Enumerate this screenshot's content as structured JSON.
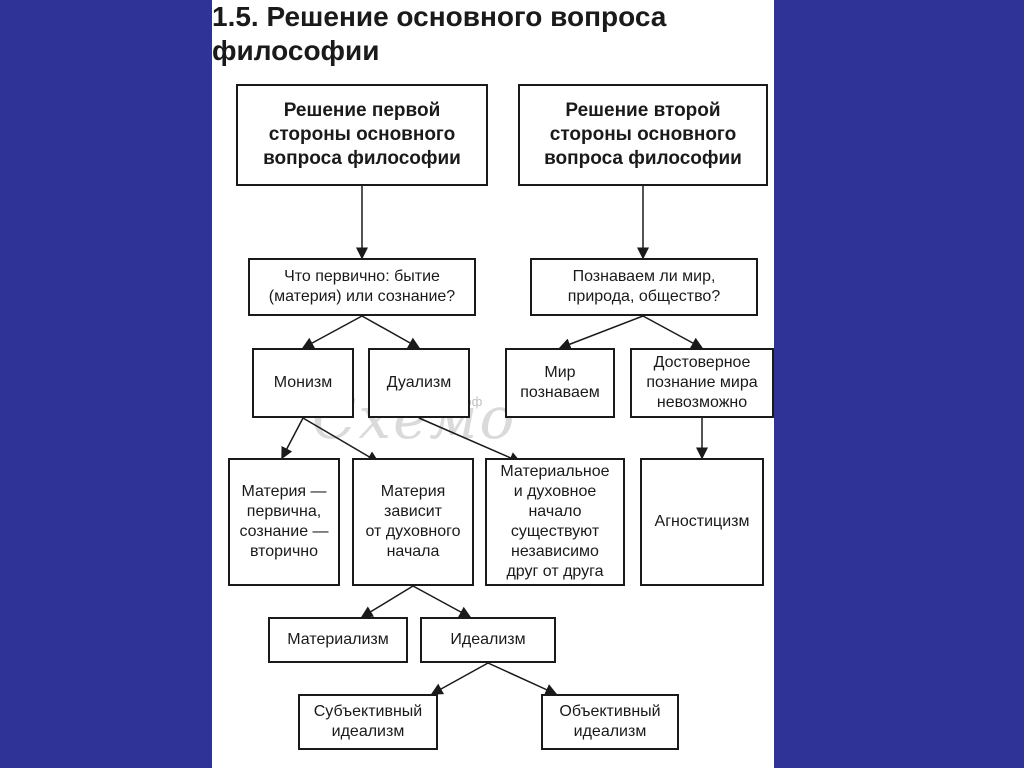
{
  "title": "1.5. Решение основного вопроса\nфилософии",
  "watermark": {
    "script": "Схемо",
    "url": "http://схемо.рф"
  },
  "nodes": [
    {
      "id": "first-side",
      "text": "Решение первой\nстороны основного\nвопроса философии"
    },
    {
      "id": "second-side",
      "text": "Решение второй\nстороны основного\nвопроса философии"
    },
    {
      "id": "q-primary",
      "text": "Что первично: бытие\n(материя) или сознание?"
    },
    {
      "id": "q-knowable",
      "text": "Познаваем ли мир,\nприрода, общество?"
    },
    {
      "id": "monism",
      "text": "Монизм"
    },
    {
      "id": "dualism",
      "text": "Дуализм"
    },
    {
      "id": "world-knowable",
      "text": "Мир\nпознаваем"
    },
    {
      "id": "impossible",
      "text": "Достоверное\nпознание мира\nневозможно"
    },
    {
      "id": "matter-primary",
      "text": "Материя —\nпервична,\nсознание —\nвторично"
    },
    {
      "id": "matter-depends",
      "text": "Материя\nзависит\nот духовного\nначала"
    },
    {
      "id": "independent",
      "text": "Материальное\nи духовное\nначало\nсуществуют\nнезависимо\nдруг от друга"
    },
    {
      "id": "agnosticism",
      "text": "Агностицизм"
    },
    {
      "id": "materialism",
      "text": "Материализм"
    },
    {
      "id": "idealism",
      "text": "Идеализм"
    },
    {
      "id": "subjective",
      "text": "Субъективный\nидеализм"
    },
    {
      "id": "objective",
      "text": "Объективный\nидеализм"
    }
  ],
  "edges": [
    [
      "first-side",
      "q-primary"
    ],
    [
      "second-side",
      "q-knowable"
    ],
    [
      "q-primary",
      "monism"
    ],
    [
      "q-primary",
      "dualism"
    ],
    [
      "q-knowable",
      "world-knowable"
    ],
    [
      "q-knowable",
      "impossible"
    ],
    [
      "monism",
      "matter-primary"
    ],
    [
      "monism",
      "matter-depends"
    ],
    [
      "dualism",
      "independent"
    ],
    [
      "impossible",
      "agnosticism"
    ],
    [
      "matter-depends",
      "materialism"
    ],
    [
      "matter-depends",
      "idealism"
    ],
    [
      "idealism",
      "subjective"
    ],
    [
      "idealism",
      "objective"
    ]
  ]
}
